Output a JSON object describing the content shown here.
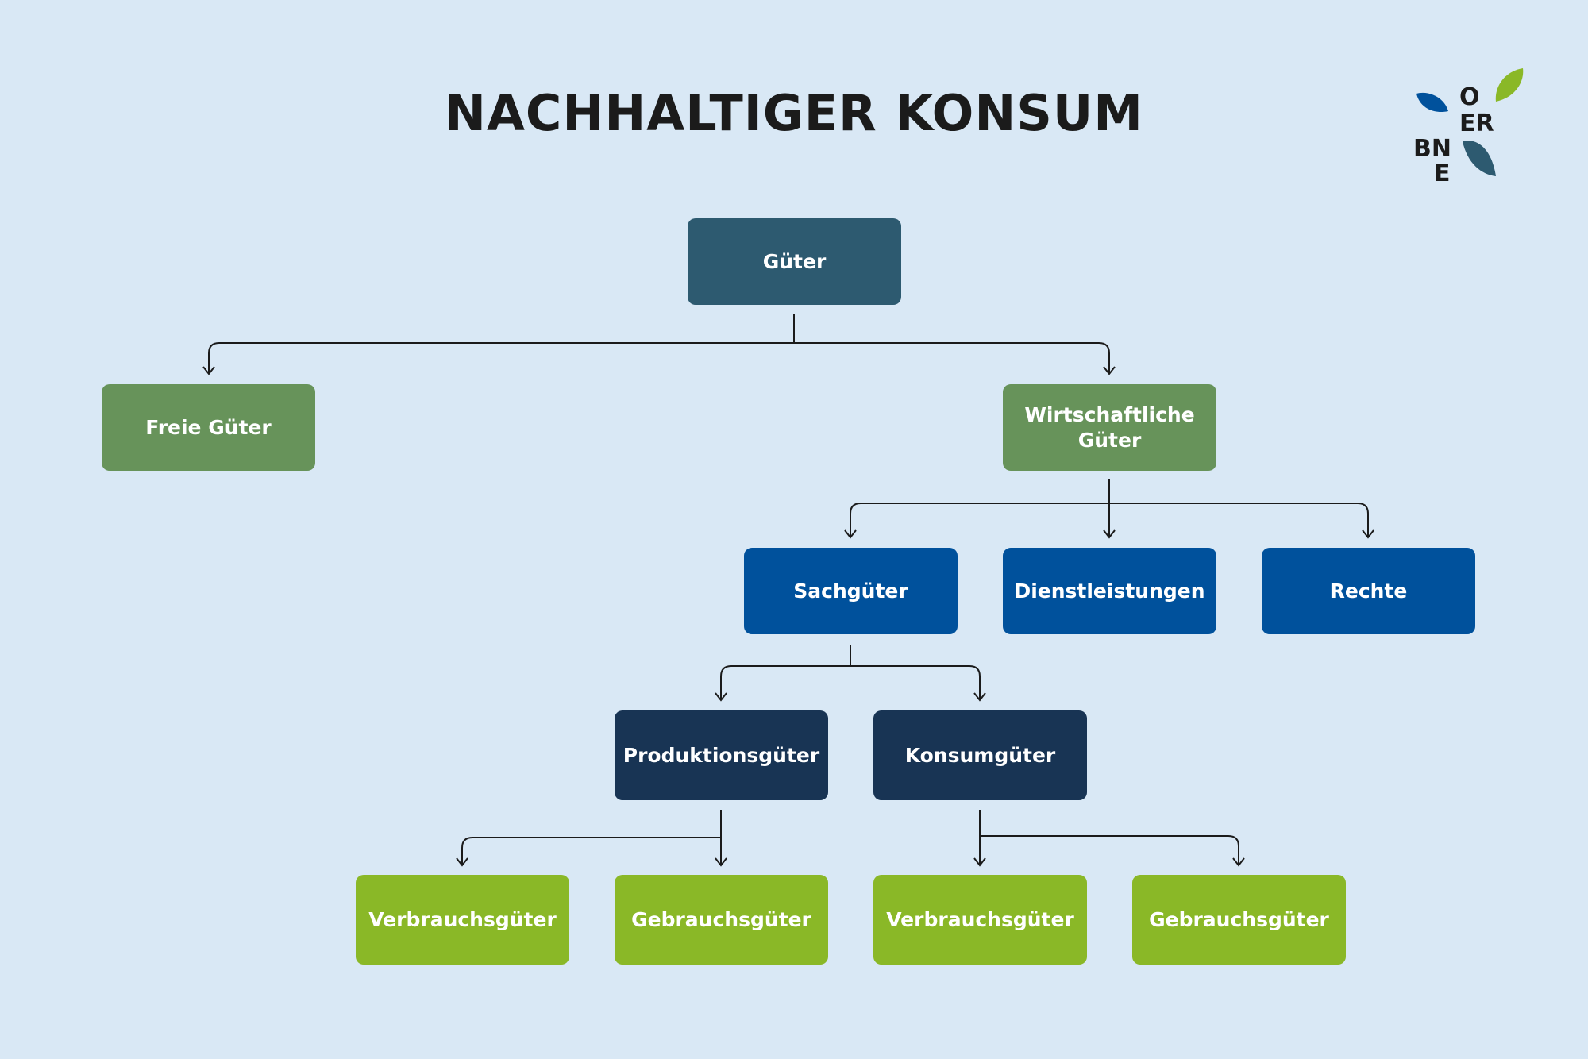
{
  "title": "NACHHALTIGER KONSUM",
  "colors": {
    "background": "#d9e8f5",
    "root": "#2d5a70",
    "level1": "#67935a",
    "level2": "#00519c",
    "level3": "#183454",
    "level4": "#8ab827",
    "connector": "#1b1b1b"
  },
  "logo": {
    "letters": [
      "O",
      "ER",
      "BN",
      "E"
    ],
    "leaf_colors": [
      "#00519c",
      "#8ab827",
      "#2d5a70"
    ]
  },
  "nodes": {
    "gueter": "Güter",
    "freie_gueter": "Freie Güter",
    "wirtschaftliche_gueter": "Wirtschaftliche Güter",
    "sachgueter": "Sachgüter",
    "dienstleistungen": "Dienstleistungen",
    "rechte": "Rechte",
    "produktionsgueter": "Produktionsgüter",
    "konsumgueter": "Konsumgüter",
    "verbrauchsgueter_1": "Verbrauchsgüter",
    "gebrauchsgueter_1": "Gebrauchsgüter",
    "verbrauchsgueter_2": "Verbrauchsgüter",
    "gebrauchsgueter_2": "Gebrauchsgüter"
  }
}
